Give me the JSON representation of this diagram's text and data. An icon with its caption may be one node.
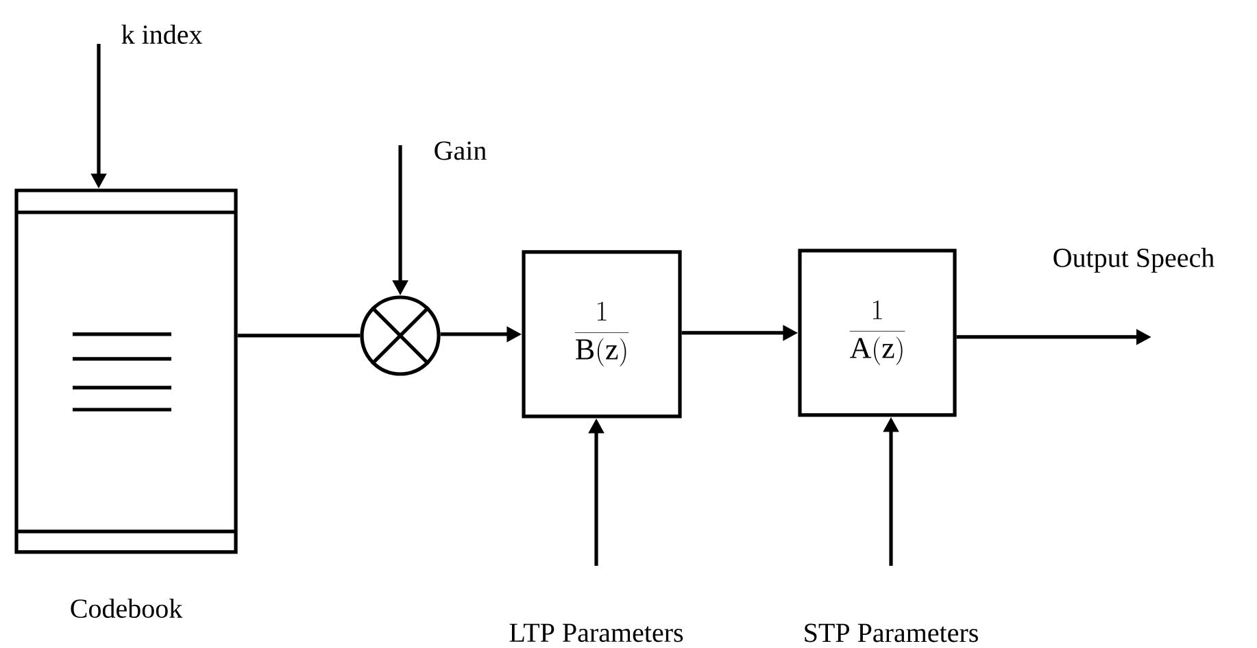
{
  "diagram": {
    "nodes": [
      {
        "text": [],
        "shape": "box",
        "beside": [
          "Codebook"
        ]
      },
      {
        "text": [],
        "shape": "circle"
      },
      {
        "text": [
          "\\frac{1}{\\mathrm{B(z)}}"
        ]
      },
      {
        "text": [
          "\\frac{1}{\\mathrm{A(z)}}"
        ]
      }
    ],
    "edges": [
      {
        "from": null,
        "to": 0,
        "arrow": "to",
        "label": "k index"
      },
      {
        "from": 0,
        "to": 1,
        "arrow": "none"
      },
      {
        "from": null,
        "to": 1,
        "arrow": "to",
        "label": "Gain"
      },
      {
        "from": 1,
        "to": 2,
        "arrow": "to"
      },
      {
        "from": 2,
        "to": 3,
        "arrow": "to"
      },
      {
        "from": null,
        "to": 2,
        "arrow": "to",
        "label": "LTP Parameters"
      },
      {
        "from": null,
        "to": 3,
        "arrow": "to",
        "label": "STP Parameters"
      },
      {
        "from": 3,
        "to": null,
        "arrow": "to",
        "label": "Output Speech"
      }
    ]
  }
}
